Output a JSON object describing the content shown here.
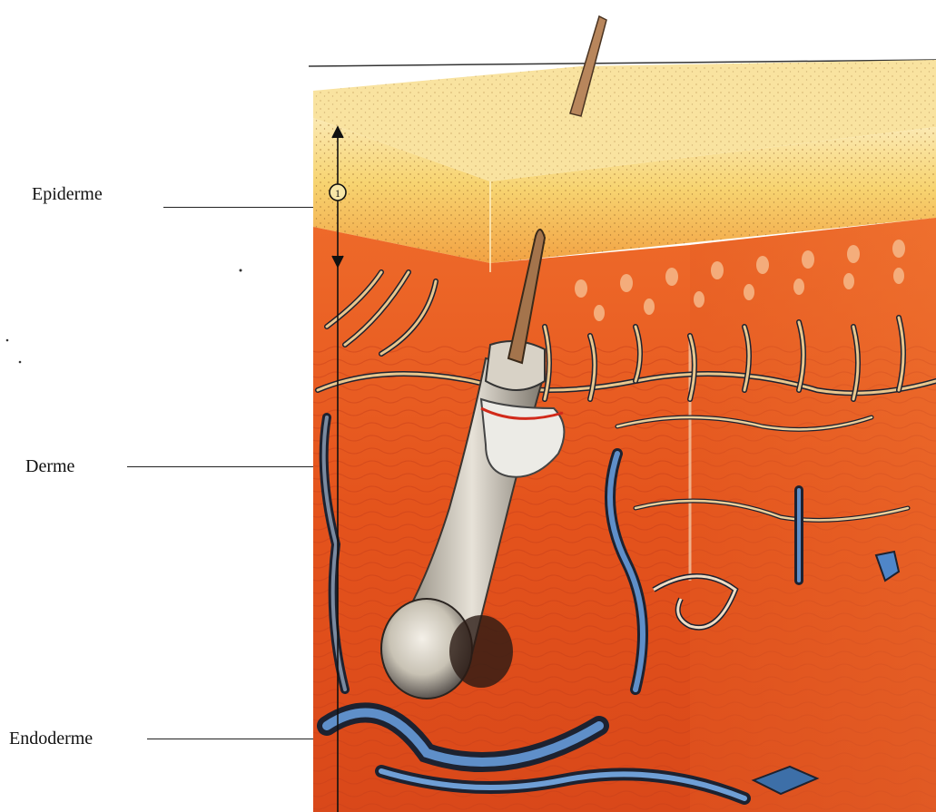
{
  "labels": {
    "epidermis": "Epiderme",
    "dermis": "Derme",
    "hypodermis": "Endoderme"
  },
  "marker": {
    "number": "1"
  },
  "colors": {
    "epidermis_top": "#f7e7a8",
    "epidermis_mid": "#f5c34f",
    "dermis": "#e8561e",
    "dermis_dark": "#c9380f",
    "papillae": "#f2b37e",
    "vessel_blue": "#5f8fc9",
    "vessel_dark": "#1d2230",
    "capillary": "#e8c489",
    "follicle": "#bfb9ad",
    "hair": "#9b6b44"
  }
}
